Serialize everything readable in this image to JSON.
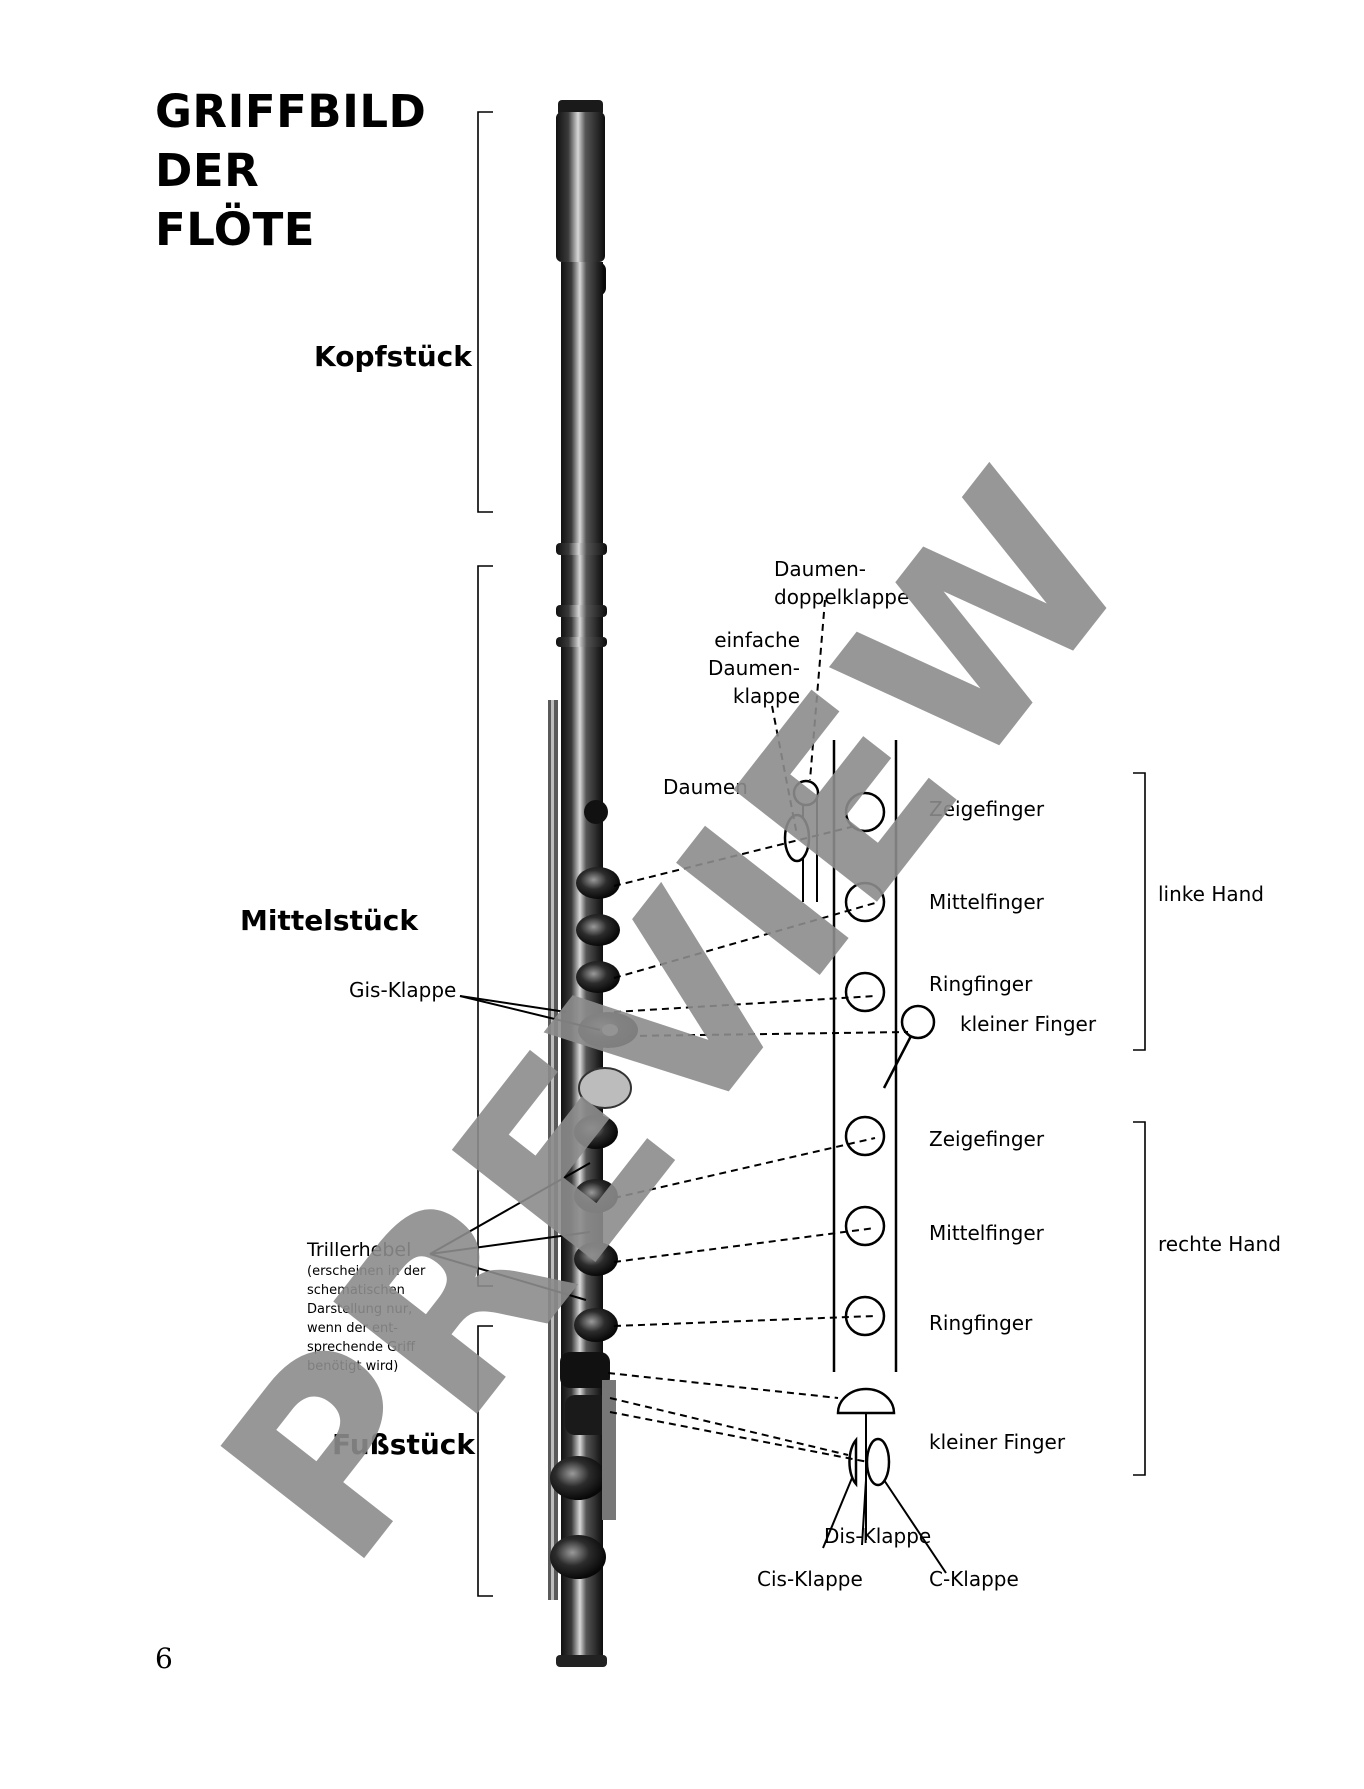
{
  "title": {
    "line1": "GRIFFBILD",
    "line2": "DER",
    "line3": "FLÖTE"
  },
  "sections": {
    "head": "Kopfstück",
    "middle": "Mittelstück",
    "foot": "Fußstück"
  },
  "labels": {
    "gis_klappe": "Gis-Klappe",
    "trillerhebel": "Trillerhebel",
    "trillerhebel_note": [
      "(erscheinen in der",
      "schematischen",
      "Darstellung nur,",
      "wenn der ent-",
      "sprechende Griff",
      "benötigt wird)"
    ],
    "daumen_doppel": [
      "Daumen-",
      "doppelklappe"
    ],
    "einfache_daumen": [
      "einfache",
      "Daumen-",
      "klappe"
    ],
    "daumen": "Daumen",
    "zeigefinger_l": "Zeigefinger",
    "mittelfinger_l": "Mittelfinger",
    "ringfinger_l": "Ringfinger",
    "kleiner_finger_l": "kleiner Finger",
    "linke_hand": "linke Hand",
    "zeigefinger_r": "Zeigefinger",
    "mittelfinger_r": "Mittelfinger",
    "ringfinger_r": "Ringfinger",
    "kleiner_finger_r": "kleiner Finger",
    "rechte_hand": "rechte Hand",
    "dis_klappe": "Dis-Klappe",
    "cis_klappe": "Cis-Klappe",
    "c_klappe": "C-Klappe"
  },
  "watermark": "PREVIEW",
  "page_number": "6",
  "colors": {
    "watermark": "#8c8c8c",
    "flute_body": "#2a2a2a",
    "flute_highlight": "#cfcfcf"
  }
}
